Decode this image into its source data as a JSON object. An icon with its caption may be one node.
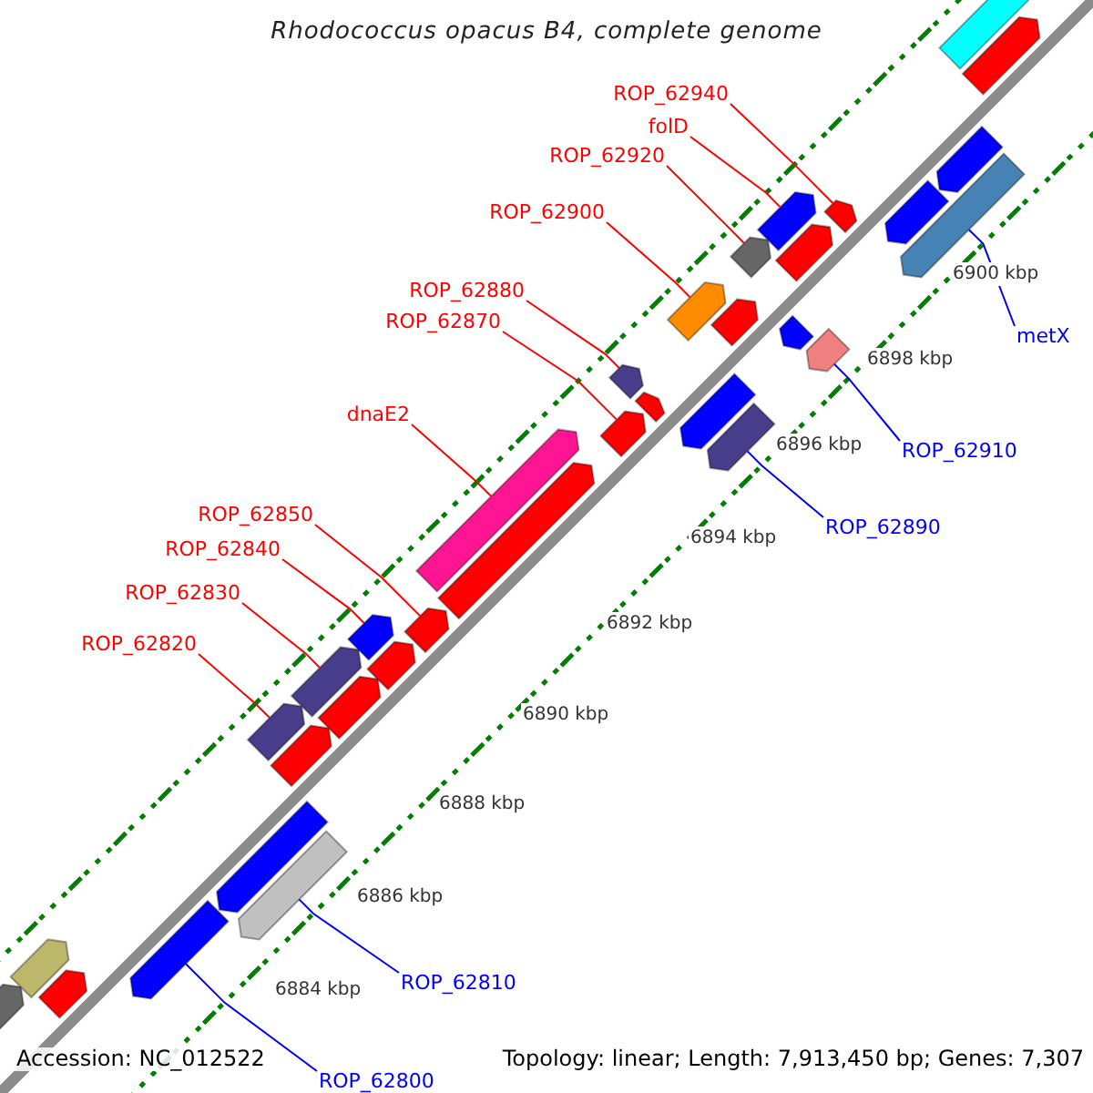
{
  "diagram": {
    "title": "Rhodococcus opacus B4, complete genome",
    "nodes": [
      {
        "text": [
          "ROP_62940"
        ]
      },
      {
        "text": [
          "folD"
        ]
      },
      {
        "text": [
          "ROP_62920"
        ]
      },
      {
        "text": [
          "ROP_62900"
        ]
      },
      {
        "text": [
          "ROP_62880"
        ]
      },
      {
        "text": [
          "ROP_62870"
        ]
      },
      {
        "text": [
          "dnaE2"
        ]
      },
      {
        "text": [
          "ROP_62850"
        ]
      },
      {
        "text": [
          "ROP_62840"
        ]
      },
      {
        "text": [
          "ROP_62830"
        ]
      },
      {
        "text": [
          "ROP_62820"
        ]
      },
      {
        "text": [
          "metX"
        ]
      },
      {
        "text": [
          "ROP_62910"
        ]
      },
      {
        "text": [
          "ROP_62890"
        ]
      },
      {
        "text": [
          "ROP_62810"
        ]
      },
      {
        "text": [
          "ROP_62800"
        ]
      },
      {
        "text": [],
        "shape": "bar"
      },
      {
        "text": [],
        "shape": "bar"
      },
      {
        "text": [],
        "shape": "bar"
      },
      {
        "text": [],
        "shape": "bar"
      },
      {
        "text": [],
        "shape": "bar"
      },
      {
        "text": [],
        "shape": "bar"
      },
      {
        "text": [],
        "shape": "bar"
      },
      {
        "text": [],
        "shape": "bar"
      },
      {
        "text": [],
        "shape": "bar"
      },
      {
        "text": [],
        "shape": "bar"
      },
      {
        "text": [],
        "shape": "bar"
      },
      {
        "text": [],
        "shape": "bar"
      },
      {
        "text": [],
        "shape": "bar"
      },
      {
        "text": [],
        "shape": "bar"
      },
      {
        "text": [],
        "shape": "bar"
      },
      {
        "text": [],
        "shape": "bar"
      },
      {
        "text": [],
        "shape": "bar"
      },
      {
        "text": [],
        "shape": "bar"
      },
      {
        "text": [],
        "shape": "bar"
      },
      {
        "text": [],
        "shape": "bar"
      },
      {
        "text": [],
        "shape": "bar"
      },
      {
        "text": [],
        "shape": "bar"
      },
      {
        "text": [],
        "shape": "bar"
      },
      {
        "text": [],
        "shape": "bar"
      },
      {
        "text": [],
        "shape": "bar"
      },
      {
        "text": [],
        "shape": "bar"
      },
      {
        "text": [],
        "shape": "bar"
      },
      {
        "text": [],
        "shape": "bar"
      },
      {
        "text": [],
        "shape": "bar"
      },
      {
        "text": [],
        "shape": "bar"
      },
      {
        "text": [],
        "shape": "bar"
      },
      {
        "text": [],
        "shape": "bar"
      },
      {
        "text": [],
        "shape": "bar"
      }
    ],
    "edges": [
      {
        "from": 0,
        "to": 43,
        "arrow": "none"
      },
      {
        "from": 1,
        "to": 42,
        "arrow": "none"
      },
      {
        "from": 2,
        "to": 40,
        "arrow": "none"
      },
      {
        "from": 3,
        "to": 36,
        "arrow": "none"
      },
      {
        "from": 4,
        "to": 32,
        "arrow": "none"
      },
      {
        "from": 5,
        "to": 31,
        "arrow": "none"
      },
      {
        "from": 6,
        "to": 30,
        "arrow": "none"
      },
      {
        "from": 7,
        "to": 28,
        "arrow": "none"
      },
      {
        "from": 8,
        "to": 27,
        "arrow": "none"
      },
      {
        "from": 9,
        "to": 24,
        "arrow": "none"
      },
      {
        "from": 10,
        "to": 23,
        "arrow": "none"
      },
      {
        "from": 11,
        "to": 44,
        "arrow": "none",
        "color": "#0000ff"
      },
      {
        "from": 12,
        "to": 39,
        "arrow": "none",
        "color": "#0000ff"
      },
      {
        "from": 13,
        "to": 35,
        "arrow": "none",
        "color": "#0000ff"
      },
      {
        "from": 14,
        "to": 20,
        "arrow": "none",
        "color": "#0000ff"
      },
      {
        "from": 15,
        "to": 19,
        "arrow": "none",
        "color": "#0000ff"
      }
    ],
    "labels": [
      "6900 kbp",
      "6898 kbp",
      "6896 kbp",
      "6894 kbp",
      "6892 kbp",
      "6890 kbp",
      "6888 kbp",
      "6886 kbp",
      "6884 kbp",
      "Accession: NC_012522",
      "Topology: linear; Length: 7,913,450 bp; Genes: 7,307"
    ]
  }
}
